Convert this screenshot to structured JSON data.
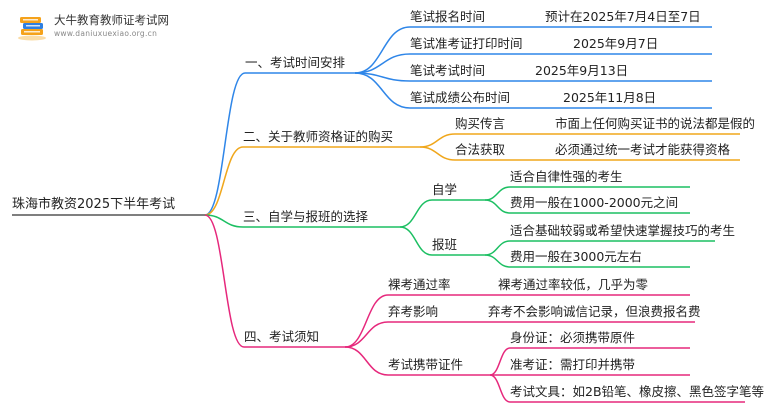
{
  "logo": {
    "title": "大牛教育教师证考试网",
    "url": "www.daniuxuexiao.org.cn",
    "icon": "book-stack-icon",
    "colors": {
      "orange": "#f5a21b",
      "blue": "#2f7fe0"
    }
  },
  "root": {
    "label": "珠海市教资2025下半年考试"
  },
  "branches": [
    {
      "label": "一、考试时间安排",
      "color": "#2f86e8",
      "items": [
        {
          "label": "笔试报名时间",
          "detail": "预计在2025年7月4日至7日"
        },
        {
          "label": "笔试准考证打印时间",
          "detail": "2025年9月7日"
        },
        {
          "label": "笔试考试时间",
          "detail": "2025年9月13日"
        },
        {
          "label": "笔试成绩公布时间",
          "detail": "2025年11月8日"
        }
      ]
    },
    {
      "label": "二、关于教师资格证的购买",
      "color": "#f0a71c",
      "items": [
        {
          "label": "购买传言",
          "detail": "市面上任何购买证书的说法都是假的"
        },
        {
          "label": "合法获取",
          "detail": "必须通过统一考试才能获得资格"
        }
      ]
    },
    {
      "label": "三、自学与报班的选择",
      "color": "#1cbf62",
      "items": [
        {
          "label": "自学",
          "details": [
            "适合自律性强的考生",
            "费用一般在1000-2000元之间"
          ]
        },
        {
          "label": "报班",
          "details": [
            "适合基础较弱或希望快速掌握技巧的考生",
            "费用一般在3000元左右"
          ]
        }
      ]
    },
    {
      "label": "四、考试须知",
      "color": "#e6287c",
      "items": [
        {
          "label": "裸考通过率",
          "detail": "裸考通过率较低，几乎为零"
        },
        {
          "label": "弃考影响",
          "detail": "弃考不会影响诚信记录，但浪费报名费"
        },
        {
          "label": "考试携带证件",
          "details": [
            "身份证：必须携带原件",
            "准考证：需打印并携带",
            "考试文具：如2B铅笔、橡皮擦、黑色签字笔等"
          ]
        }
      ]
    }
  ]
}
